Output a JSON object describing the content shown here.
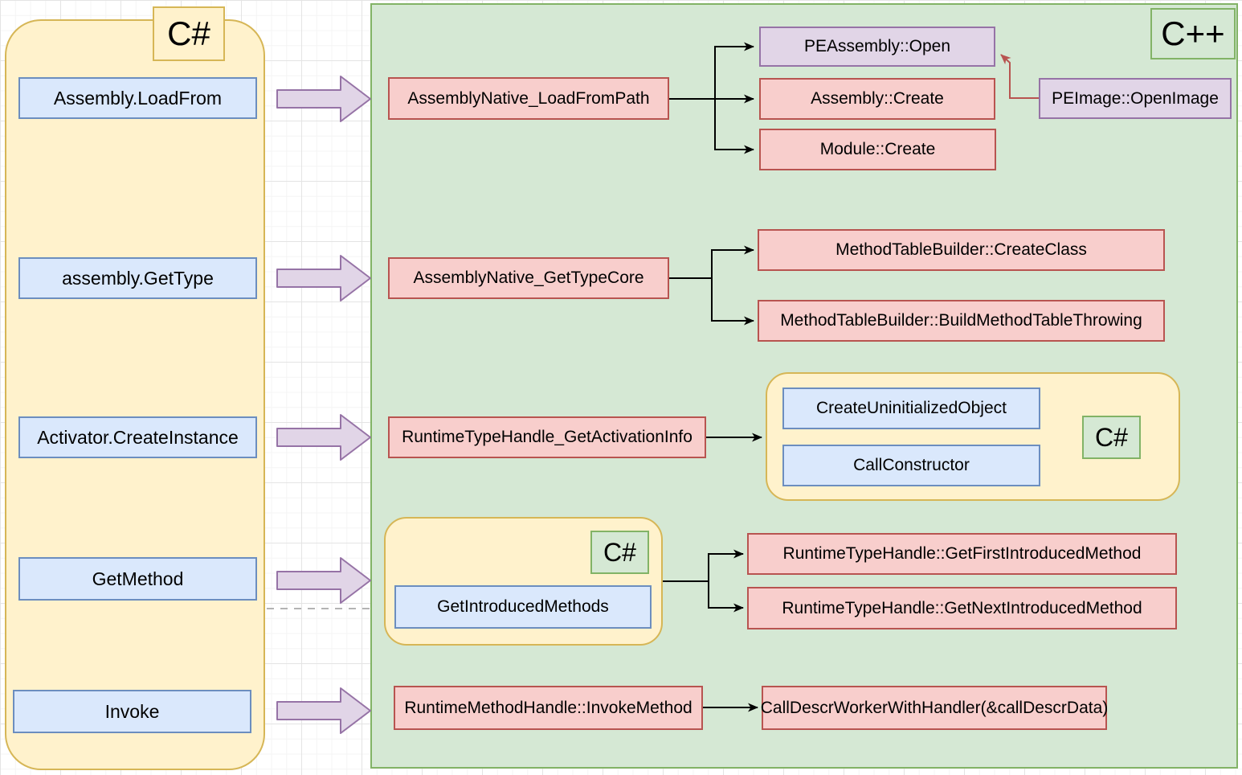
{
  "palette": {
    "yellow_fill": "#FFF2CC",
    "yellow_border": "#D6B656",
    "blue_fill": "#DAE8FC",
    "blue_border": "#6C8EBF",
    "pink_fill": "#F8CECC",
    "pink_border": "#B85450",
    "purple_fill": "#E1D5E7",
    "purple_border": "#9673A6",
    "green_fill": "#D5E8D4",
    "green_border": "#82B366",
    "connector_black": "#000000",
    "connector_red": "#B85450"
  },
  "left_panel": {
    "title": "C#",
    "items": [
      "Assembly.LoadFrom",
      "assembly.GetType",
      "Activator.CreateInstance",
      "GetMethod",
      "Invoke"
    ]
  },
  "right_panel": {
    "title": "C++",
    "nodes": {
      "load_from_path": "AssemblyNative_LoadFromPath",
      "peassembly_open": "PEAssembly::Open",
      "assembly_create": "Assembly::Create",
      "module_create": "Module::Create",
      "peimage_open_image": "PEImage::OpenImage",
      "get_type_core": "AssemblyNative_GetTypeCore",
      "create_class": "MethodTableBuilder::CreateClass",
      "build_method_table": "MethodTableBuilder::BuildMethodTableThrowing",
      "get_activation_info": "RuntimeTypeHandle_GetActivationInfo",
      "get_first_introduced": "RuntimeTypeHandle::GetFirstIntroducedMethod",
      "get_next_introduced": "RuntimeTypeHandle::GetNextIntroducedMethod",
      "invoke_method": "RuntimeMethodHandle::InvokeMethod",
      "call_descr_worker": "CallDescrWorkerWithHandler(&callDescrData)"
    },
    "activator_subpanel": {
      "title": "C#",
      "create_uninitialized_object": "CreateUninitializedObject",
      "call_constructor": "CallConstructor"
    },
    "getmethod_subpanel": {
      "title": "C#",
      "get_introduced_methods": "GetIntroducedMethods"
    }
  }
}
